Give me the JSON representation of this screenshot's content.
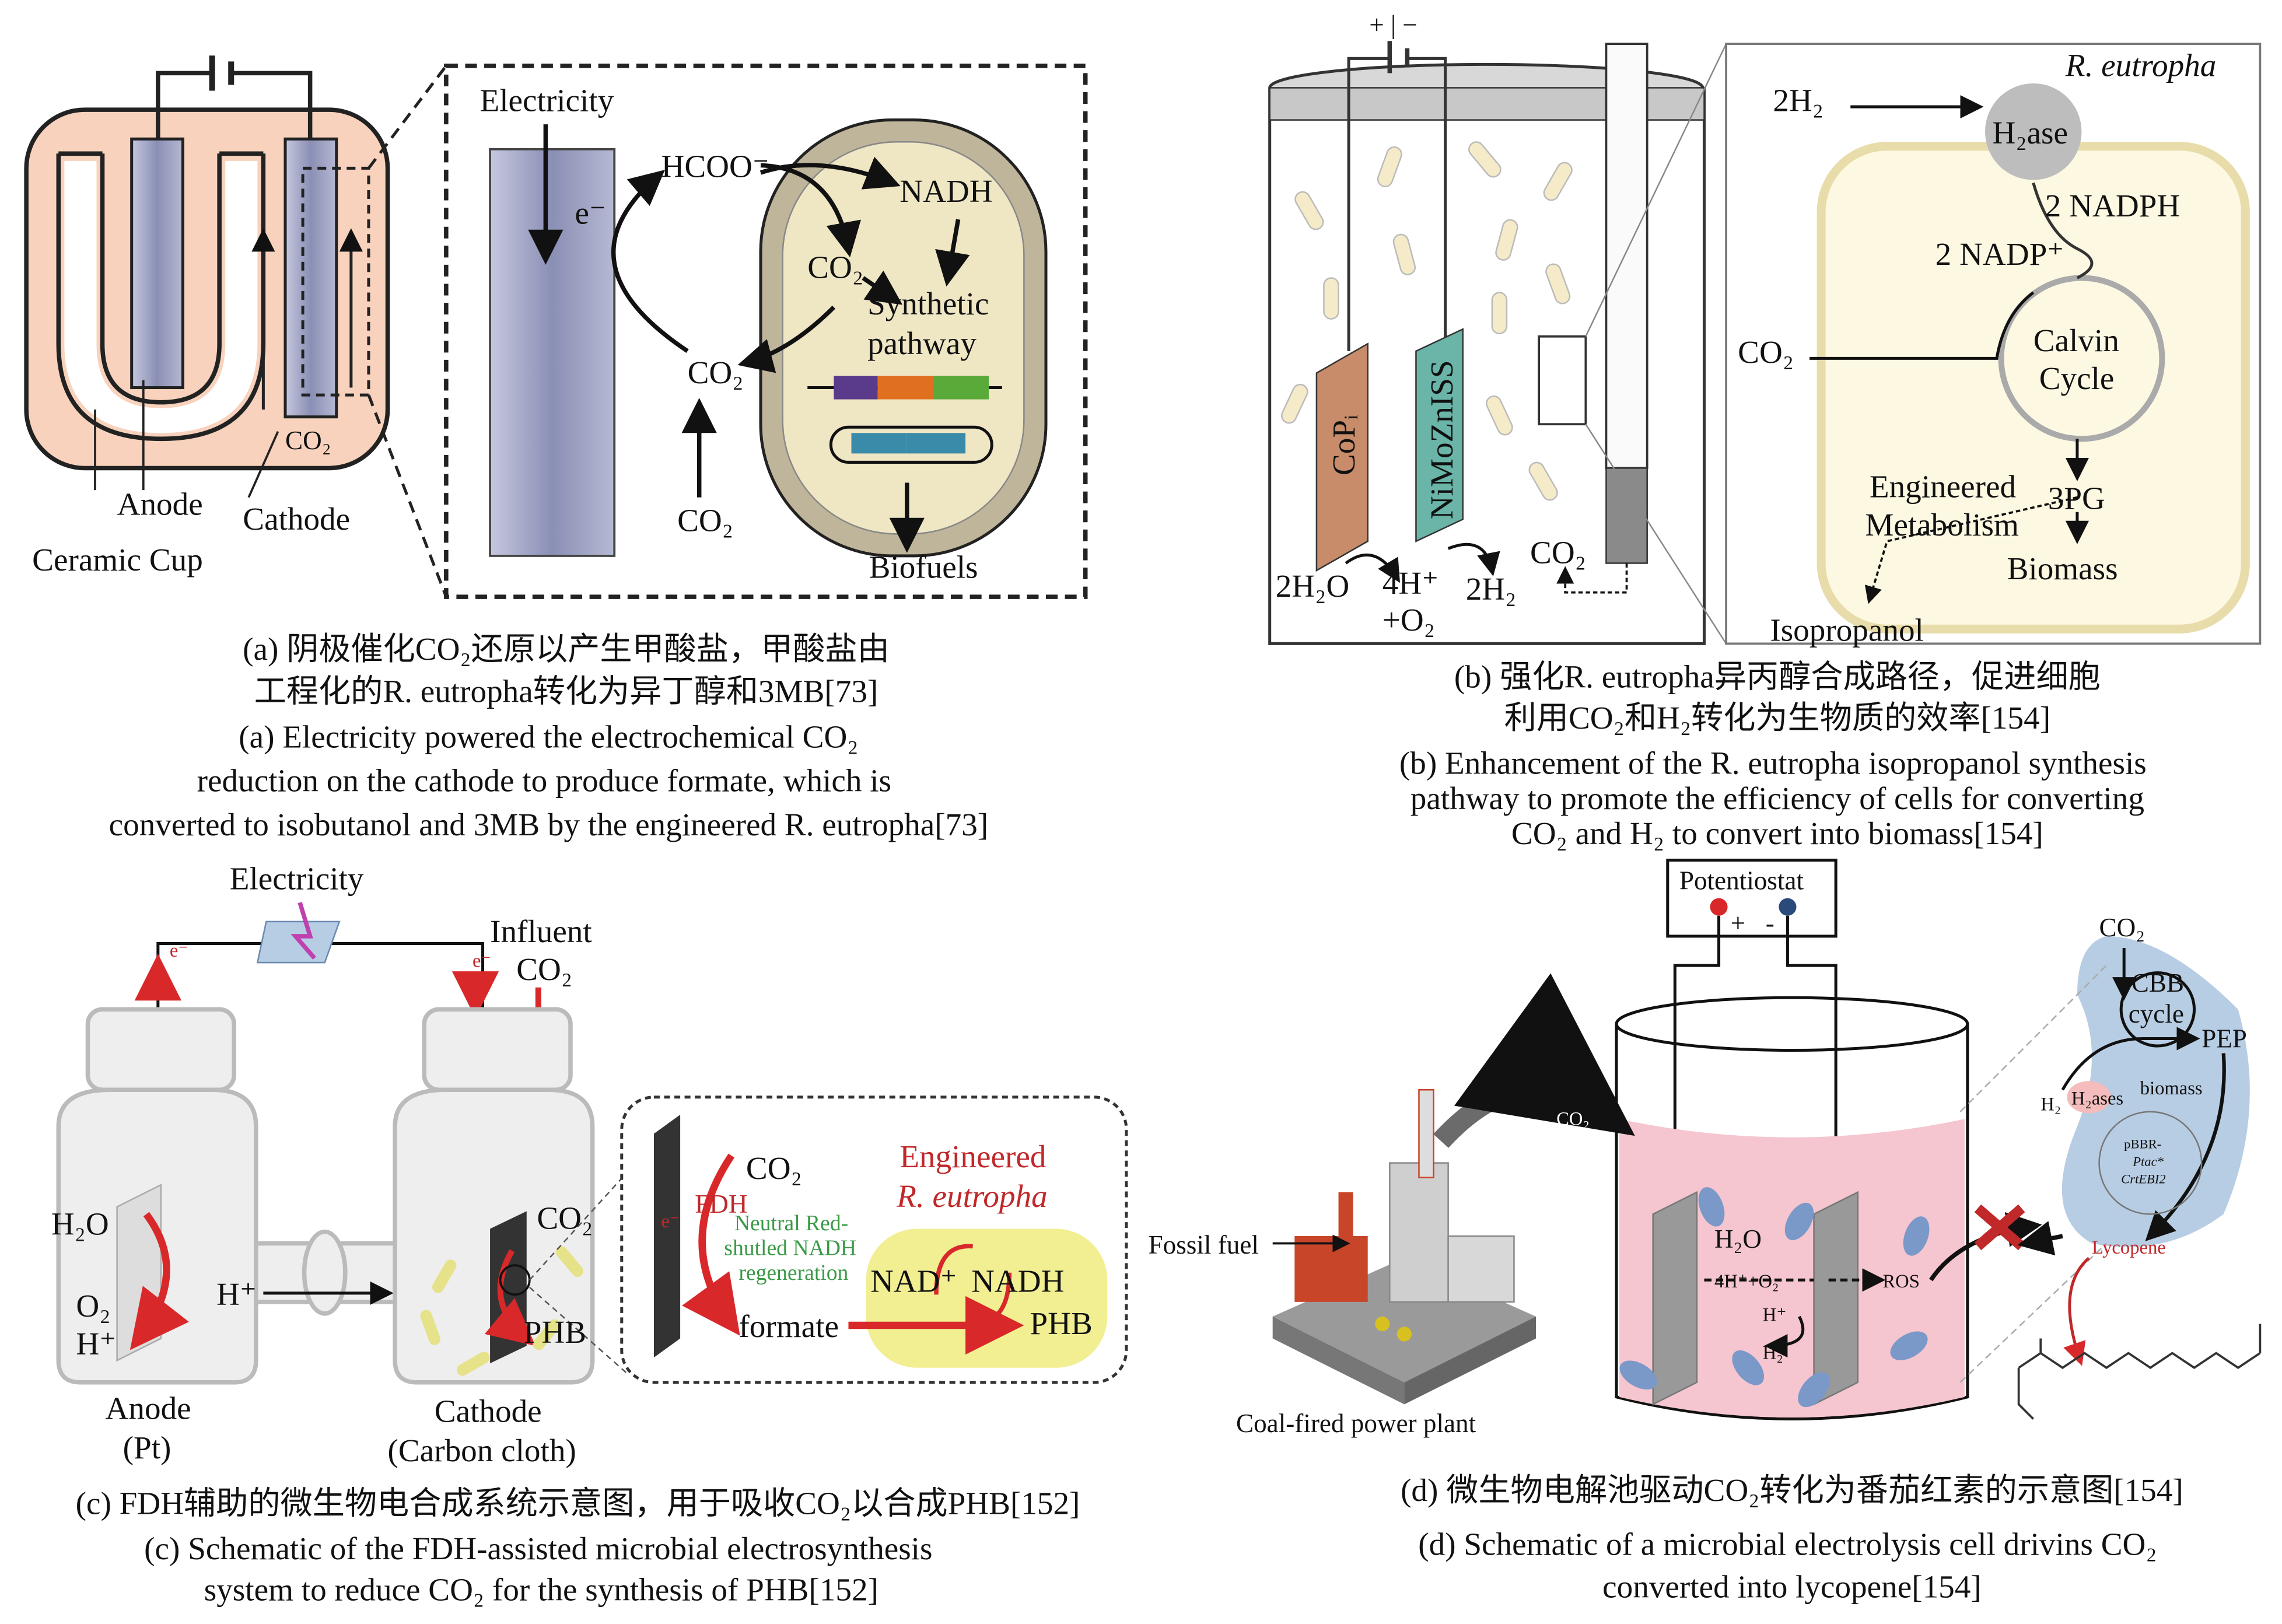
{
  "panel_a": {
    "labels": {
      "anode": "Anode",
      "cathode": "Cathode",
      "ceramic_cup": "Ceramic Cup",
      "co2_cup": "CO₂",
      "electricity": "Electricity",
      "e_minus": "e⁻",
      "hcoo": "HCOO⁻",
      "nadh": "NADH",
      "co2_cell": "CO₂",
      "synthetic_pathway_1": "Synthetic",
      "synthetic_pathway_2": "pathway",
      "co2_mid": "CO₂",
      "co2_bottom": "CO₂",
      "biofuels": "Biofuels"
    },
    "caption_cn_1": "(a)  阴极催化CO₂还原以产生甲酸盐，甲酸盐由",
    "caption_cn_2": "工程化的R. eutropha转化为异丁醇和3MB[73]",
    "caption_en_1": "(a) Electricity powered the electrochemical CO₂",
    "caption_en_2": "reduction on the cathode to produce formate, which is",
    "caption_en_3": "converted to isobutanol and 3MB by the engineered R. eutropha[73]"
  },
  "panel_b": {
    "labels": {
      "battery": "+ | −",
      "cop": "CoPᵢ",
      "nimozn": "NiMoZnISS",
      "h2o": "2H₂O",
      "four_h": "4H⁺",
      "o2": "+O₂",
      "two_h2": "2H₂",
      "co2_beaker": "CO₂",
      "organism": "R. eutropha",
      "two_h2_in": "2H₂",
      "h2ase": "H₂ase",
      "nadph": "2 NADPH",
      "nadp": "2 NADP⁺",
      "co2_in": "CO₂",
      "calvin_1": "Calvin",
      "calvin_2": "Cycle",
      "engineered_1": "Engineered",
      "engineered_2": "Metabolism",
      "pg": "3PG",
      "biomass": "Biomass",
      "isopropanol": "Isopropanol"
    },
    "caption_cn_1": "(b) 强化R. eutropha异丙醇合成路径，促进细胞",
    "caption_cn_2": "利用CO₂和H₂转化为生物质的效率[154]",
    "caption_en_1": "(b) Enhancement of the R. eutropha isopropanol synthesis",
    "caption_en_2": "pathway to promote the efficiency of cells for converting",
    "caption_en_3": "CO₂ and H₂ to convert into biomass[154]"
  },
  "panel_c": {
    "labels": {
      "electricity": "Electricity",
      "influent_1": "Influent",
      "influent_2": "CO₂",
      "e_left": "e⁻",
      "e_right": "e⁻",
      "h2o": "H₂O",
      "o2": "O₂",
      "h_plus_anode": "H⁺",
      "h_plus": "H⁺",
      "co2_cathode": "CO₂",
      "phb_cathode": "PHB",
      "anode_1": "Anode",
      "anode_2": "(Pt)",
      "cathode_1": "Cathode",
      "cathode_2": "(Carbon cloth)",
      "inset_co2": "CO₂",
      "fdh": "FDH",
      "inset_e": "e⁻",
      "neutral_1": "Neutral Red-",
      "neutral_2": "shutled NADH",
      "neutral_3": "regeneration",
      "engineered_1": "Engineered",
      "engineered_2": "R. eutropha",
      "nad": "NAD⁺",
      "nadh": "NADH",
      "formate": "formate",
      "phb": "PHB"
    },
    "caption_cn": "(c) FDH辅助的微生物电合成系统示意图，用于吸收CO₂以合成PHB[152]",
    "caption_en_1": "(c) Schematic of the FDH-assisted microbial electrosynthesis",
    "caption_en_2": "system to reduce CO₂ for the synthesis of PHB[152]"
  },
  "panel_d": {
    "labels": {
      "potentiostat": "Potentiostat",
      "plus": "+",
      "minus": "-",
      "co2_arrow": "CO₂",
      "fossil_fuel": "Fossil fuel",
      "power_plant": "Coal-fired power plant",
      "h2o": "H₂O",
      "four_h": "4H⁺+O₂",
      "ros": "ROS",
      "h_plus": "H⁺",
      "h2": "H₂",
      "co2_cell": "CO₂",
      "cbb_1": "CBB",
      "cbb_2": "cycle",
      "pep": "PEP",
      "biomass": "biomass",
      "h2_in": "H₂",
      "h2ases": "H₂ases",
      "plasmid_1": "pBBR-",
      "plasmid_2": "Ptac*",
      "plasmid_3": "CrtEBI2",
      "lycopene": "Lycopene"
    },
    "caption_cn": "(d)  微生物电解池驱动CO₂转化为番茄红素的示意图[154]",
    "caption_en_1": "(d) Schematic of a microbial electrolysis cell drivins CO₂",
    "caption_en_2": "converted into lycopene[154]"
  },
  "colors": {
    "peach": "#f8d2bc",
    "electrode": "#9a9ec0",
    "cell": "#efe6c4",
    "arrow_red": "#d9282a",
    "cell_blue": "#b7cde3",
    "liquid": "#f5c6cf",
    "yellow": "#f2ef93"
  }
}
